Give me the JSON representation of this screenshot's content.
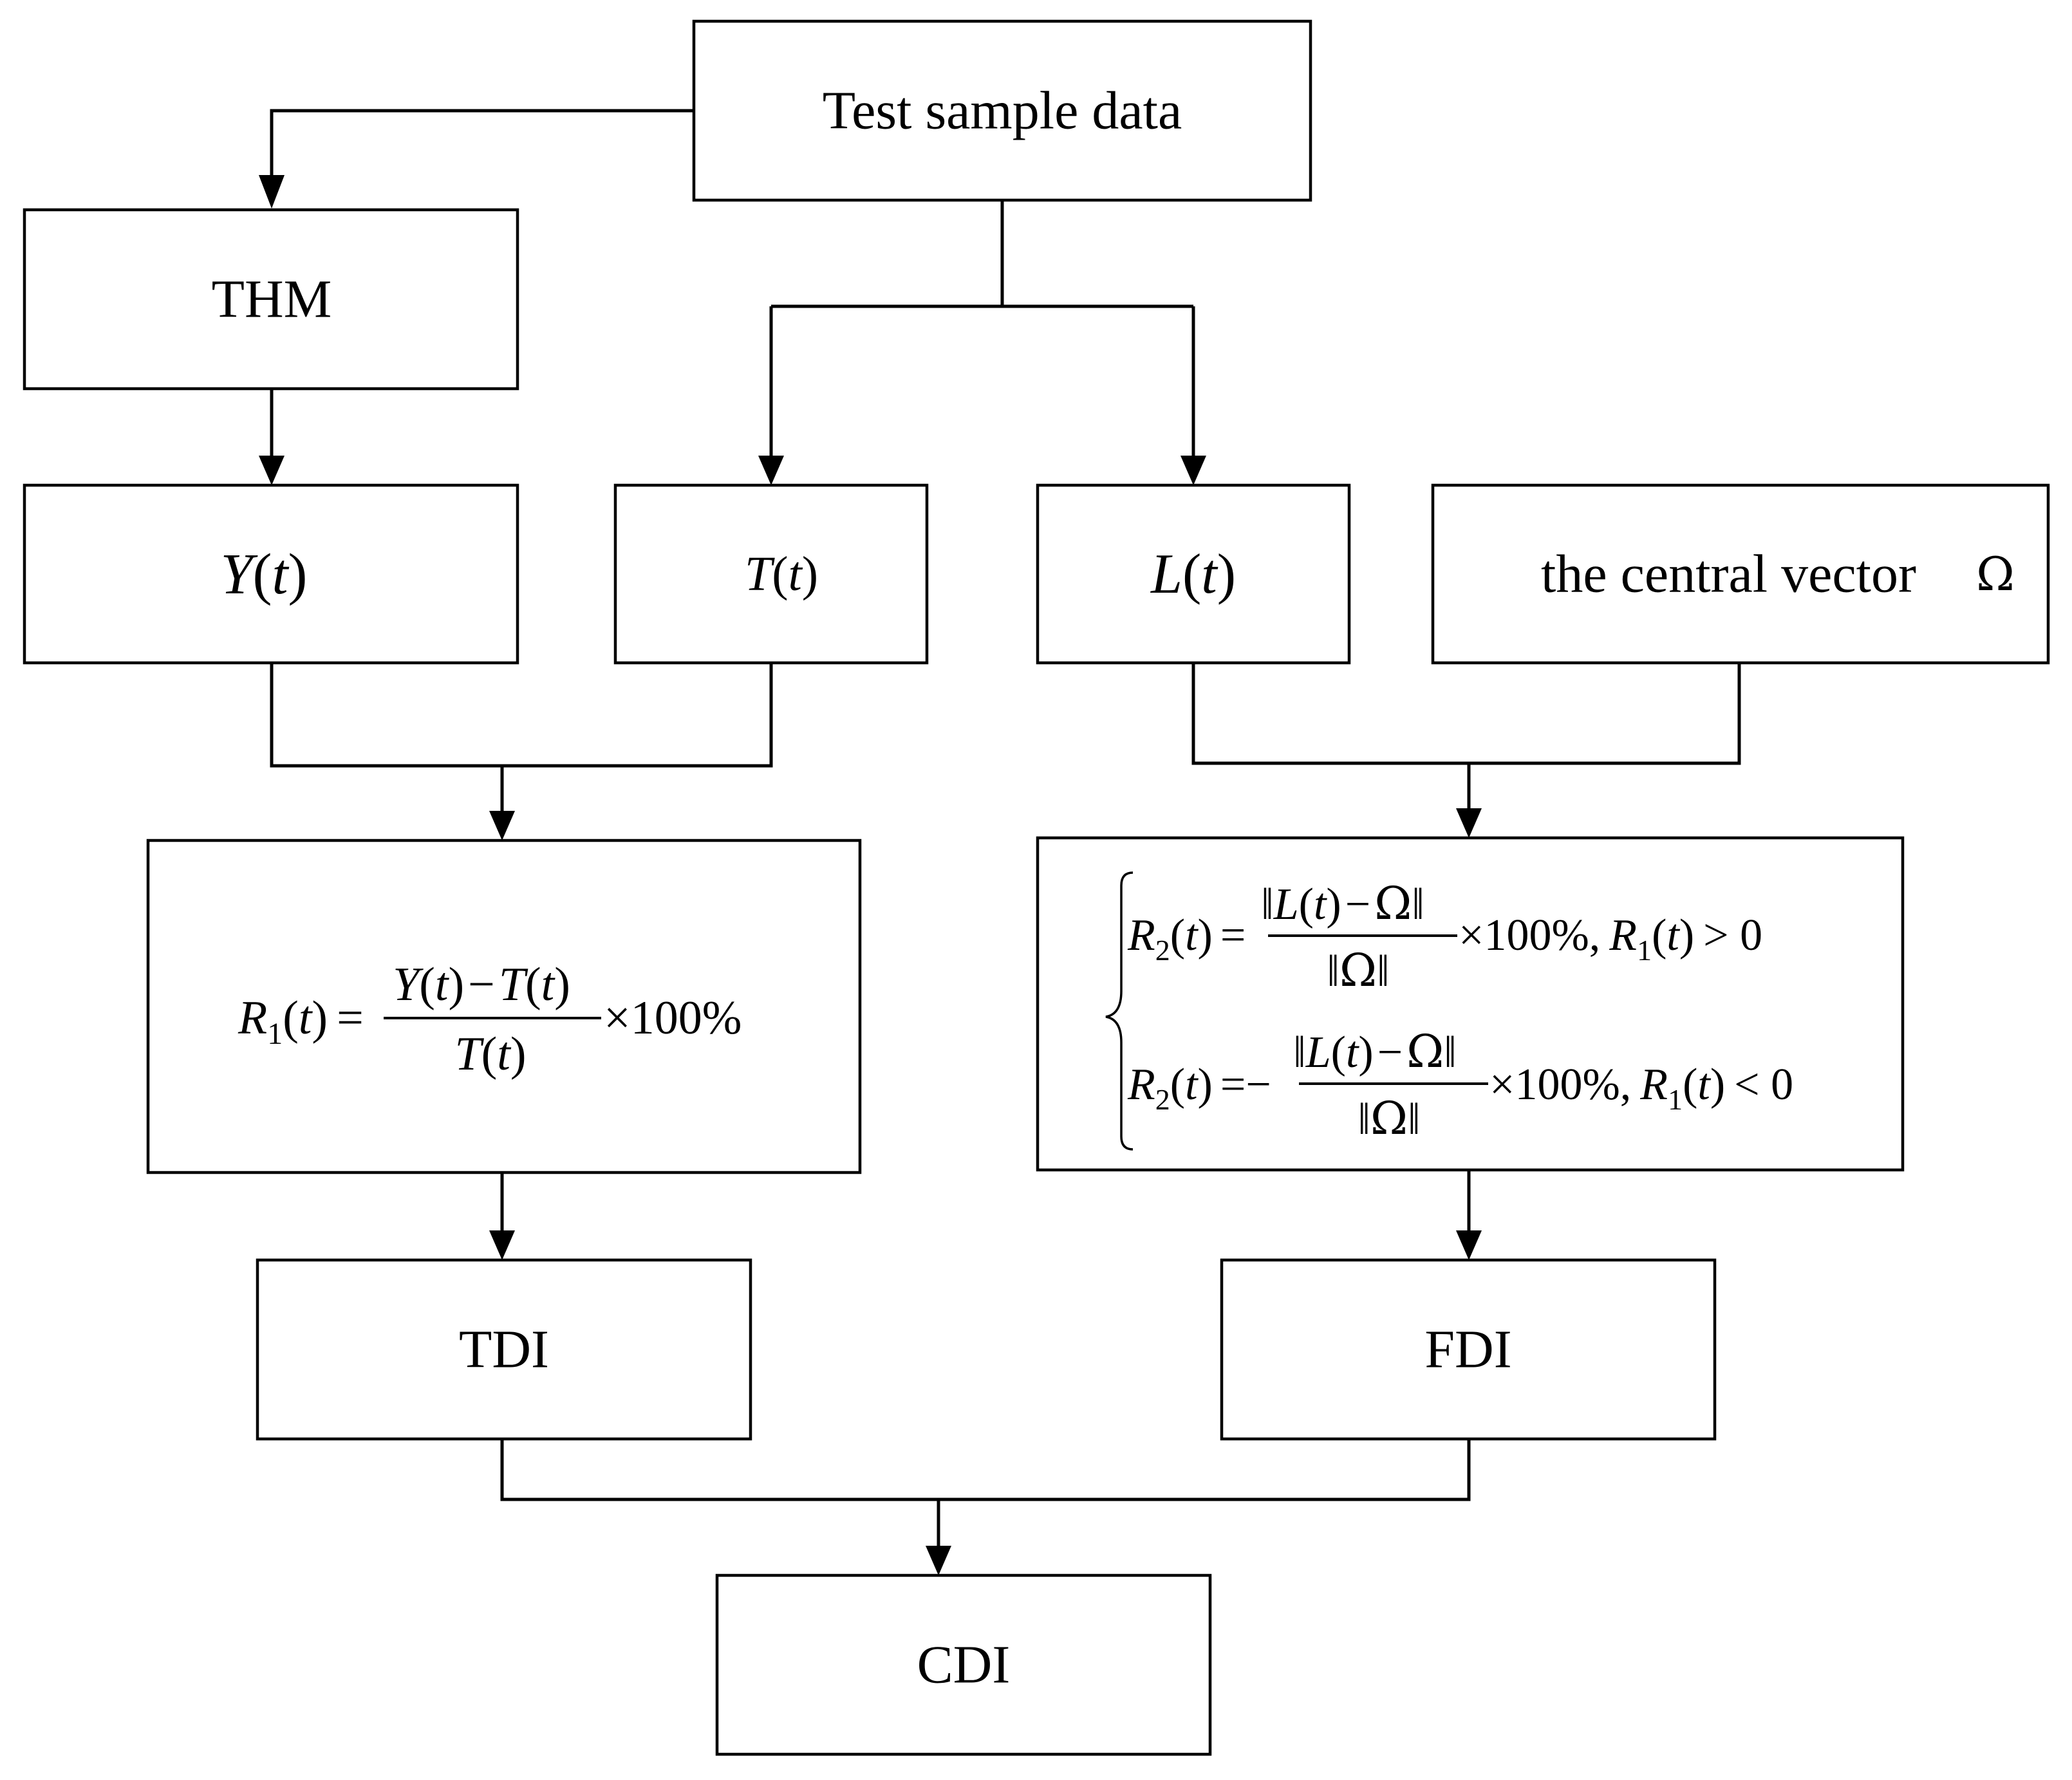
{
  "nodes": {
    "test_sample": "Test sample data",
    "thm": "THM",
    "tdi": "TDI",
    "fdi": "FDI",
    "cdi": "CDI",
    "central_vector": "the central vector",
    "omega": "Ω"
  },
  "symbols": {
    "Y": "Y",
    "T": "T",
    "L": "L",
    "R": "R",
    "t": "t",
    "one": "1",
    "two": "2",
    "lparen": "(",
    "rparen": ")",
    "eq": "=",
    "minus": "−",
    "times100": "×100%",
    "comma": ",",
    "gt0": "> 0",
    "lt0": "< 0",
    "norm": "‖",
    "omega": "Ω"
  }
}
